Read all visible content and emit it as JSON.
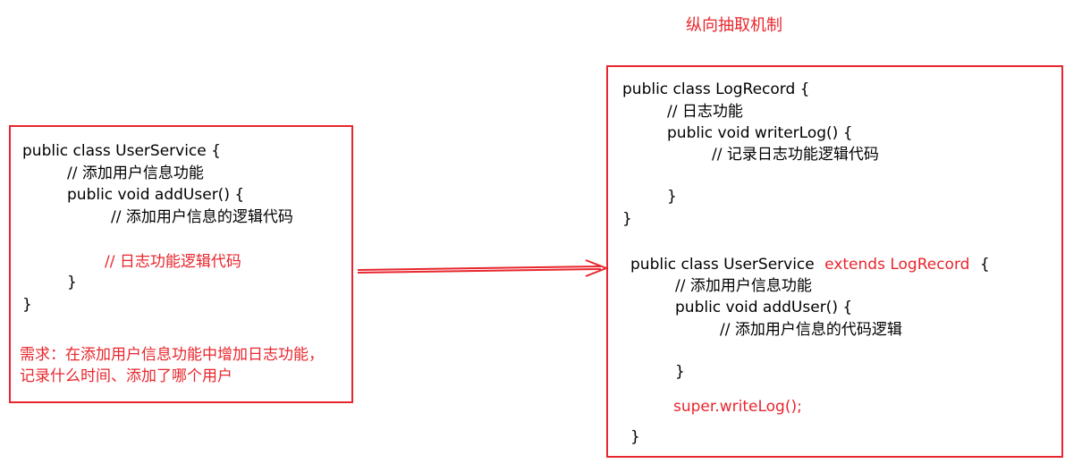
{
  "title": "纵向抽取机制",
  "left_box": {
    "class_decl": "public class UserService {",
    "comment_add_user": "// 添加用户信息功能",
    "method_decl": "public void addUser() {",
    "comment_logic": "// 添加用户信息的逻辑代码",
    "comment_log": "// 日志功能逻辑代码",
    "method_close": "}",
    "class_close": "}",
    "requirement_line1": "需求：在添加用户信息功能中增加日志功能，",
    "requirement_line2": "记录什么时间、添加了哪个用户"
  },
  "right_box": {
    "log_class_decl": "public class LogRecord {",
    "log_comment": "// 日志功能",
    "log_method_decl": "public void writerLog() {",
    "log_method_comment": "// 记录日志功能逻辑代码",
    "log_method_close": "}",
    "log_class_close": "}",
    "user_class_decl": "public class UserService",
    "extends_text": "extends LogRecord",
    "user_class_brace": "{",
    "user_comment": "// 添加用户信息功能",
    "user_method_decl": "public void addUser() {",
    "user_method_comment": "// 添加用户信息的代码逻辑",
    "user_method_close": "}",
    "super_call": "super.writeLog();",
    "user_class_close": "}"
  },
  "colors": {
    "accent": "#e8262d",
    "text": "#000000"
  }
}
